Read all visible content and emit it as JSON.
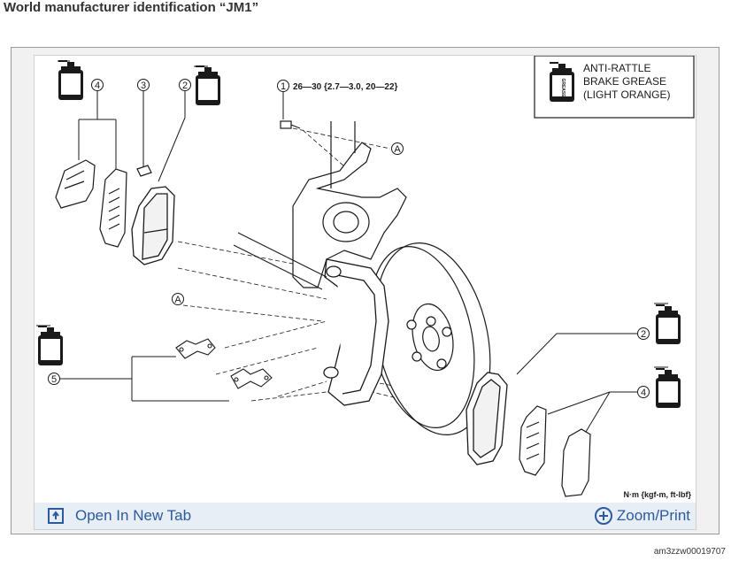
{
  "heading": "World manufacturer identification “JM1”",
  "legend": {
    "line1": "ANTI-RATTLE",
    "line2": "BRAKE GREASE",
    "line3": "(LIGHT ORANGE)",
    "icon": "grease-tube-icon"
  },
  "callouts": {
    "c1": "1",
    "c2": "2",
    "c3": "3",
    "c4": "4",
    "c5": "5",
    "c2b": "2",
    "c4b": "4",
    "a_top": "A",
    "a_left": "A"
  },
  "torque_spec": "26—30 {2.7—3.0, 20—22}",
  "units_note": "N·m {kgf-m, ft-lbf}",
  "grease_label": "GREASE",
  "toolbar": {
    "open_tab_label": "Open In New Tab",
    "open_tab_icon": "open-new-tab-icon",
    "zoom_label": "Zoom/Print",
    "zoom_icon": "plus-circle-icon"
  },
  "image_code": "am3zzw00019707",
  "colors": {
    "link": "#2c5a9e",
    "toolbar_bg": "#e8eef6",
    "line_art": "#1a1a1a"
  }
}
